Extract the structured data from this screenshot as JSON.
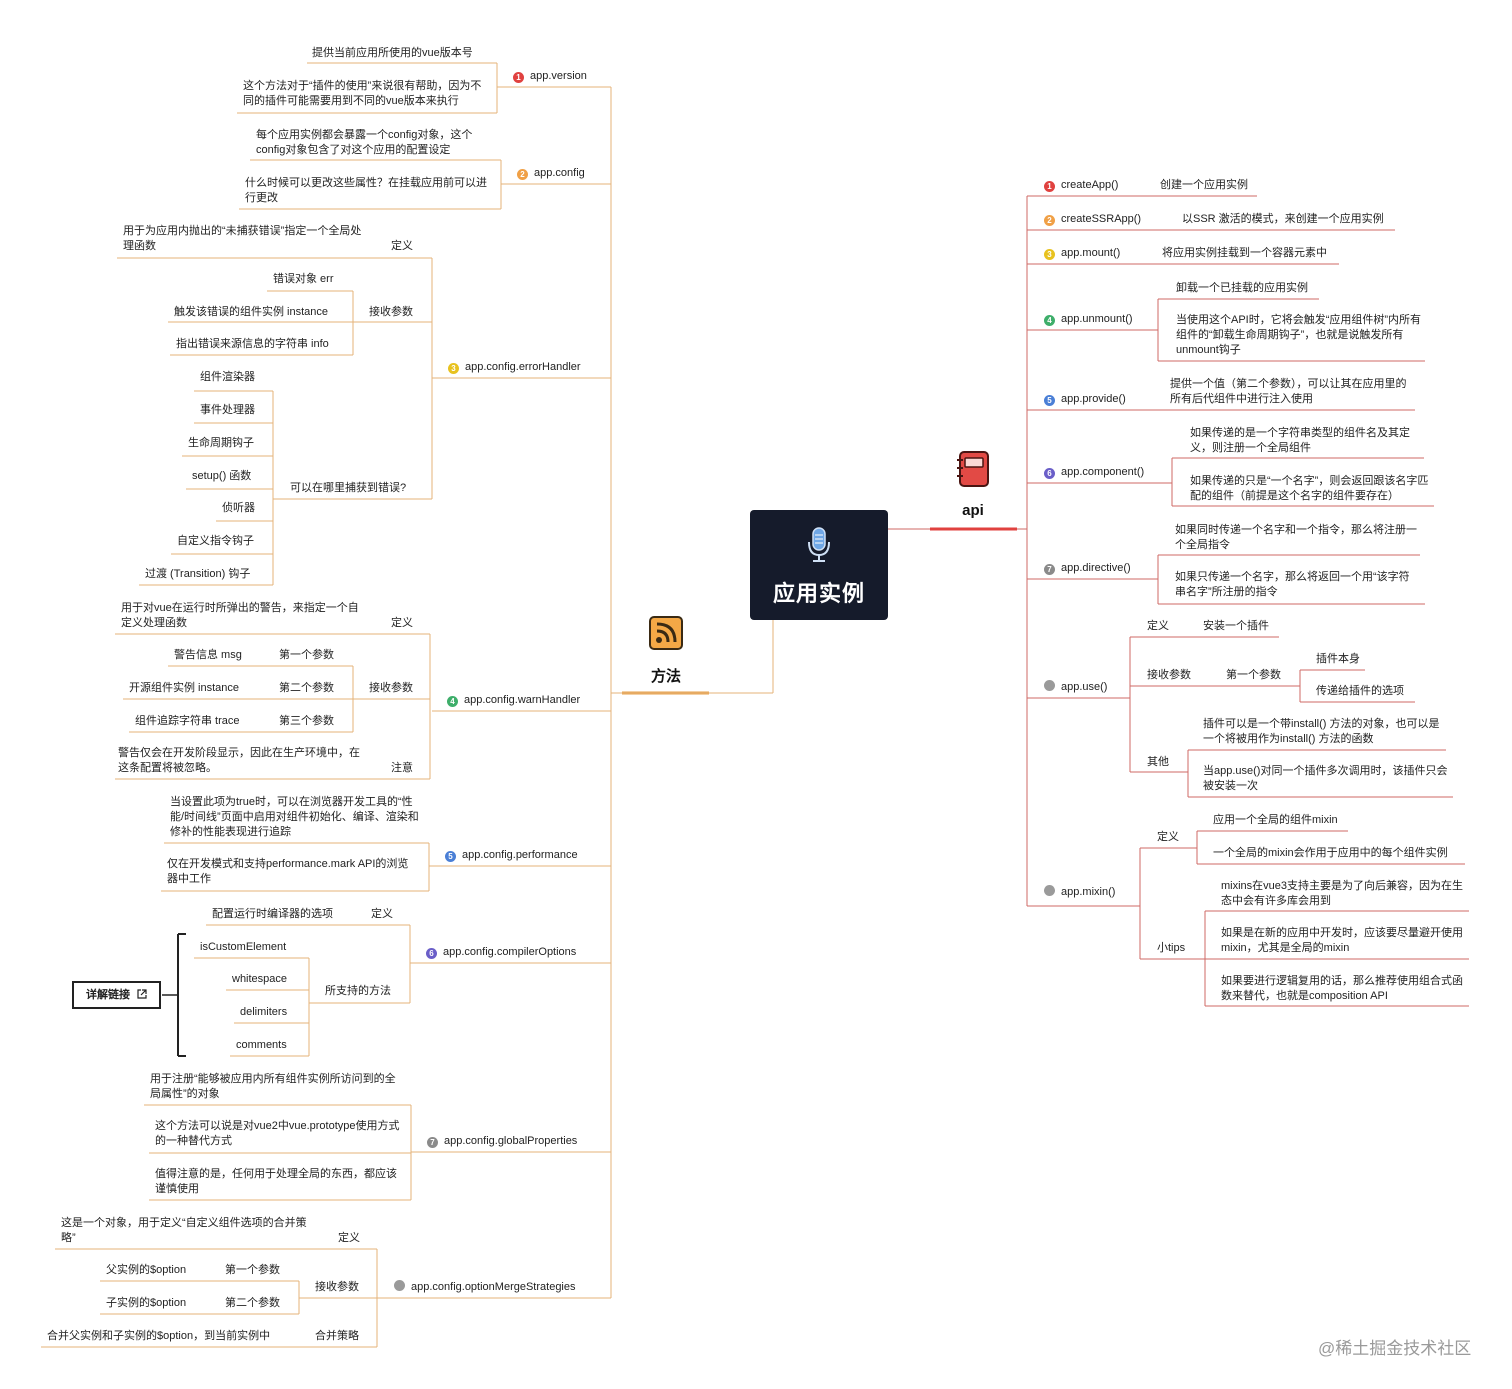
{
  "center": {
    "title": "应用实例"
  },
  "branches": {
    "left": {
      "label": "方法",
      "icon": "rss-feed-icon",
      "color": "#e8a24a"
    },
    "right": {
      "label": "api",
      "icon": "notebook-icon",
      "color": "#e0413f"
    }
  },
  "colors": {
    "method_line": "#e4b37a",
    "api_line": "#cf6a66"
  },
  "methods": {
    "version": {
      "num": "1",
      "label": "app.version",
      "desc1": "提供当前应用所使用的vue版本号",
      "desc2": "这个方法对于“插件的使用”来说很有帮助，因为不同的插件可能需要用到不同的vue版本来执行"
    },
    "config": {
      "num": "2",
      "label": "app.config",
      "desc1": "每个应用实例都会暴露一个config对象，这个config对象包含了对这个应用的配置设定",
      "desc2": "什么时候可以更改这些属性？在挂载应用前可以进行更改"
    },
    "errorHandler": {
      "num": "3",
      "label": "app.config.errorHandler",
      "def_label": "定义",
      "def": "用于为应用内抛出的“未捕获错误”指定一个全局处理函数",
      "params_label": "接收参数",
      "params": [
        "错误对象 err",
        "触发该错误的组件实例 instance",
        "指出错误来源信息的字符串 info"
      ],
      "where_label": "可以在哪里捕获到错误?",
      "where": [
        "组件渲染器",
        "事件处理器",
        "生命周期钩子",
        "setup() 函数",
        "侦听器",
        "自定义指令钩子",
        "过渡 (Transition) 钩子"
      ]
    },
    "warnHandler": {
      "num": "4",
      "label": "app.config.warnHandler",
      "def_label": "定义",
      "def": "用于对vue在运行时所弹出的警告，来指定一个自定义处理函数",
      "params_label": "接收参数",
      "params": [
        {
          "name": "警告信息 msg",
          "ord": "第一个参数"
        },
        {
          "name": "开源组件实例 instance",
          "ord": "第二个参数"
        },
        {
          "name": "组件追踪字符串 trace",
          "ord": "第三个参数"
        }
      ],
      "note_label": "注意",
      "note": "警告仅会在开发阶段显示，因此在生产环境中，在这条配置将被忽略。"
    },
    "performance": {
      "num": "5",
      "label": "app.config.performance",
      "desc1": "当设置此项为true时，可以在浏览器开发工具的“性能/时间线”页面中启用对组件初始化、编译、渲染和修补的性能表现进行追踪",
      "desc2": "仅在开发模式和支持performance.mark API的浏览器中工作"
    },
    "compilerOptions": {
      "num": "6",
      "label": "app.config.compilerOptions",
      "def_label": "定义",
      "def": "配置运行时编译器的选项",
      "methods_label": "所支持的方法",
      "methods": [
        "isCustomElement",
        "whitespace",
        "delimiters",
        "comments"
      ],
      "link": "详解链接",
      "link_icon": "external-link-icon"
    },
    "globalProperties": {
      "num": "7",
      "label": "app.config.globalProperties",
      "items": [
        "用于注册“能够被应用内所有组件实例所访问到的全局属性”的对象",
        "这个方法可以说是对vue2中vue.prototype使用方式的一种替代方式",
        "值得注意的是，任何用于处理全局的东西，都应该谨慎使用"
      ]
    },
    "optionMergeStrategies": {
      "label": "app.config.optionMergeStrategies",
      "def_label": "定义",
      "def": "这是一个对象，用于定义“自定义组件选项的合并策略”",
      "params_label": "接收参数",
      "params": [
        {
          "name": "父实例的$option",
          "ord": "第一个参数"
        },
        {
          "name": "子实例的$option",
          "ord": "第二个参数"
        }
      ],
      "merge_label": "合并策略",
      "merge": "合并父实例和子实例的$option，到当前实例中"
    }
  },
  "api": {
    "createApp": {
      "num": "1",
      "label": "createApp()",
      "desc": "创建一个应用实例"
    },
    "createSSRApp": {
      "num": "2",
      "label": "createSSRApp()",
      "desc": "以SSR 激活的模式，来创建一个应用实例"
    },
    "mount": {
      "num": "3",
      "label": "app.mount()",
      "desc": "将应用实例挂载到一个容器元素中"
    },
    "unmount": {
      "num": "4",
      "label": "app.unmount()",
      "desc1": "卸载一个已挂载的应用实例",
      "desc2": "当使用这个API时，它将会触发“应用组件树”内所有组件的“卸载生命周期钩子”，也就是说触发所有unmount钩子"
    },
    "provide": {
      "num": "5",
      "label": "app.provide()",
      "desc": "提供一个值（第二个参数），可以让其在应用里的所有后代组件中进行注入使用"
    },
    "component": {
      "num": "6",
      "label": "app.component()",
      "desc1": "如果传递的是一个字符串类型的组件名及其定义，则注册一个全局组件",
      "desc2": "如果传递的只是“一个名字”，则会返回跟该名字匹配的组件（前提是这个名字的组件要存在）"
    },
    "directive": {
      "num": "7",
      "label": "app.directive()",
      "desc1": "如果同时传递一个名字和一个指令，那么将注册一个全局指令",
      "desc2": "如果只传递一个名字，那么将返回一个用“该字符串名字”所注册的指令"
    },
    "use": {
      "label": "app.use()",
      "def_label": "定义",
      "def": "安装一个插件",
      "params_label": "接收参数",
      "params_ord": "第一个参数",
      "params": [
        "插件本身",
        "传递给插件的选项"
      ],
      "other_label": "其他",
      "other": [
        "插件可以是一个带install() 方法的对象，也可以是一个将被用作为install() 方法的函数",
        "当app.use()对同一个插件多次调用时，该插件只会被安装一次"
      ]
    },
    "mixin": {
      "label": "app.mixin()",
      "def_label": "定义",
      "def": [
        "应用一个全局的组件mixin",
        "一个全局的mixin会作用于应用中的每个组件实例"
      ],
      "tips_label": "小tips",
      "tips": [
        "mixins在vue3支持主要是为了向后兼容，因为在生态中会有许多库会用到",
        "如果是在新的应用中开发时，应该要尽量避开使用mixin，尤其是全局的mixin",
        "如果要进行逻辑复用的话，那么推荐使用组合式函数来替代，也就是composition API"
      ]
    }
  },
  "num_colors": {
    "1": "#e0413f",
    "2": "#f0a046",
    "3": "#e8c21f",
    "4": "#3eae6a",
    "5": "#4a7fd6",
    "6": "#6a5ec8",
    "7": "#8a8a8a",
    "g": "#9a9a9a"
  },
  "watermark": "@稀土掘金技术社区"
}
